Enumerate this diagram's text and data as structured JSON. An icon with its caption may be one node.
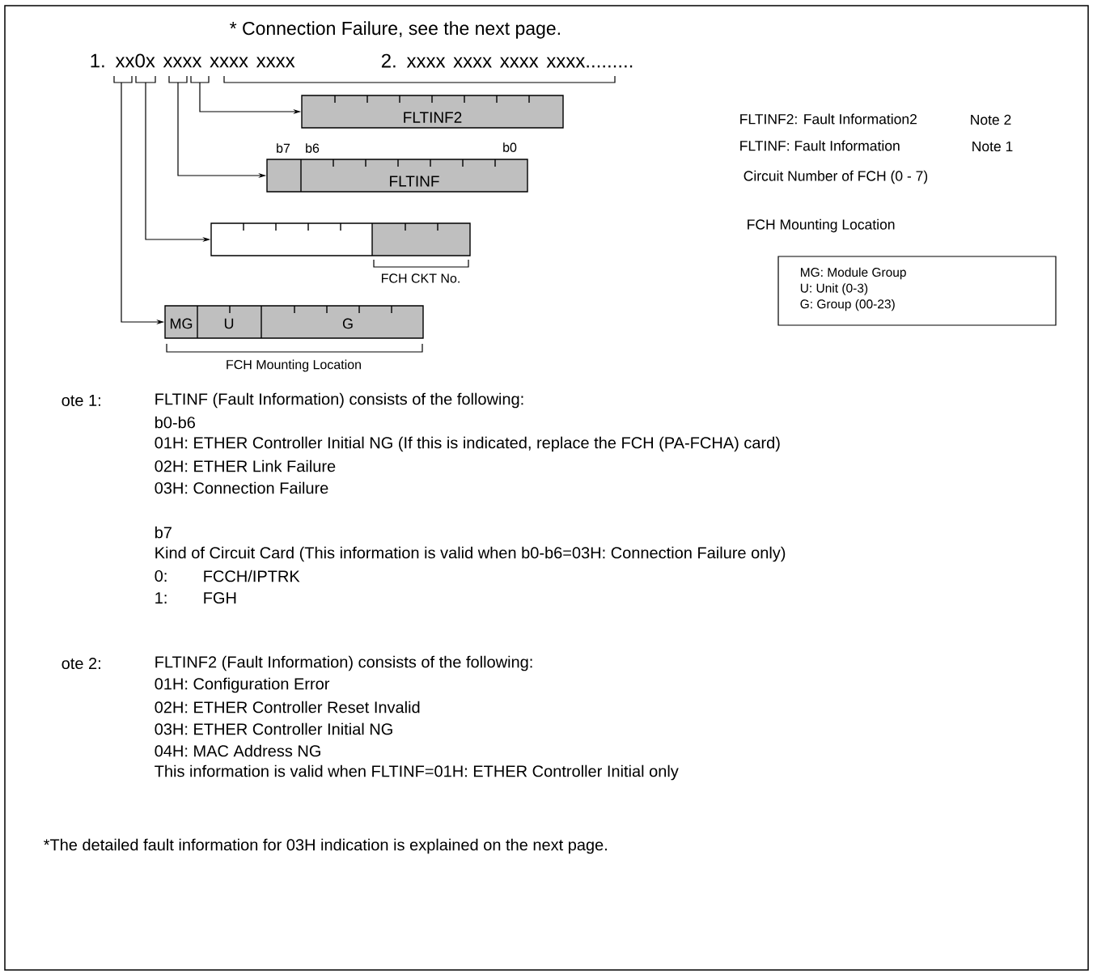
{
  "diagram": {
    "nodes": [
      {
        "text": [
          "FLTINF2"
        ]
      },
      {
        "text": [
          "FLTINF"
        ],
        "beside": [
          "b7",
          "b6",
          "b0"
        ]
      },
      {
        "text": [],
        "shape": "bar",
        "beside": [
          "FCH CKT No."
        ]
      },
      {
        "text": [
          "MG",
          "U",
          "G"
        ],
        "beside": [
          "FCH Mounting Location"
        ]
      },
      {
        "text": [
          "MG: Module Group",
          "U: Unit (0-3)",
          "G: Group (00-23)"
        ]
      }
    ],
    "edges": [
      {
        "from": null,
        "to": 0,
        "arrow": "to"
      },
      {
        "from": null,
        "to": 1,
        "arrow": "to"
      },
      {
        "from": null,
        "to": 2,
        "arrow": "to"
      },
      {
        "from": null,
        "to": 3,
        "arrow": "to"
      }
    ],
    "labels": [
      "* Connection Failure, see the next page.",
      "1. xx0x xxxx xxxx xxxx",
      "2. xxxx xxxx xxxx xxxx.........",
      "FLTINF2: Fault Information2",
      "Note 2",
      "FLTINF: Fault Information",
      "Note 1",
      "Circuit Number of FCH (0 - 7)",
      "FCH Mounting Location",
      "ote 1:",
      "FLTINF (Fault Information) consists of the following:",
      "b0-b6",
      "01H: ETHER Controller Initial NG (If this is indicated, replace the FCH (PA-FCHA) card)",
      "02H: ETHER Link Failure",
      "03H: Connection Failure",
      "b7",
      "Kind of Circuit Card (This information is valid when b0-b6=03H: Connection Failure only)",
      "0:",
      "FCCH/IPTRK",
      "1:",
      "FGH",
      "ote 2:",
      "FLTINF2 (Fault Information) consists of the following:",
      "01H: Configuration Error",
      "02H: ETHER Controller Reset Invalid",
      "03H: ETHER Controller Initial NG",
      "04H: MAC Address NG",
      "This information is valid when FLTINF=01H: ETHER Controller Initial only",
      "*The detailed fault information for 03H indication is explained on the next page."
    ]
  }
}
